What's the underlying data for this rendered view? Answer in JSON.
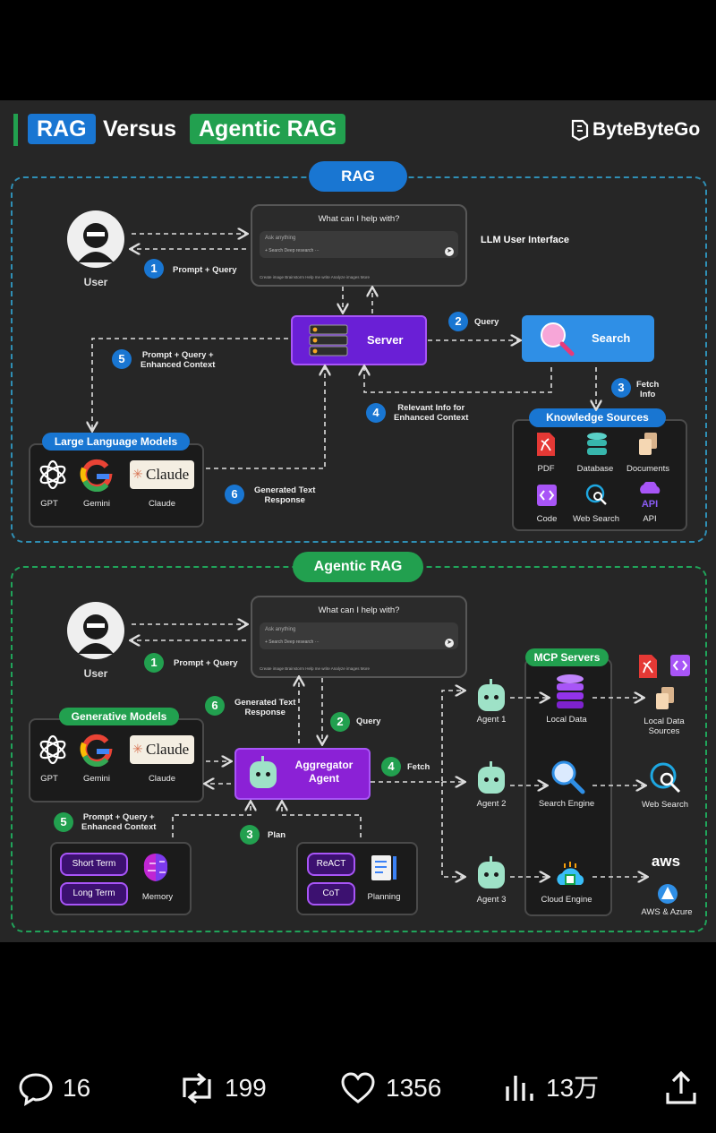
{
  "header": {
    "rag": "RAG",
    "versus": "Versus",
    "agentic": "Agentic RAG",
    "brand": "ByteByteGo"
  },
  "rag": {
    "section_label": "RAG",
    "user": "User",
    "chat": {
      "title": "What can I help with?",
      "placeholder": "Ask anything",
      "tools": "Create image    Brainstorm    Help me write    Analyze images    More",
      "mini": "+    Search    Deep research    ···"
    },
    "llm_ui": "LLM User Interface",
    "server": "Server",
    "search": "Search",
    "steps": [
      {
        "n": "1",
        "text": "Prompt + Query"
      },
      {
        "n": "2",
        "text": "Query"
      },
      {
        "n": "3",
        "text": "Fetch\nInfo"
      },
      {
        "n": "4",
        "text": "Relevant Info for\nEnhanced Context"
      },
      {
        "n": "5",
        "text": "Prompt + Query +\nEnhanced Context"
      },
      {
        "n": "6",
        "text": "Generated Text\nResponse"
      }
    ],
    "llm": {
      "title": "Large Language Models",
      "items": [
        "GPT",
        "Gemini",
        "Claude"
      ],
      "claude_logo": "Claude"
    },
    "knowledge": {
      "title": "Knowledge Sources",
      "items": [
        "PDF",
        "Database",
        "Documents",
        "Code",
        "Web Search",
        "API"
      ],
      "api_logo": "API"
    }
  },
  "agentic": {
    "section_label": "Agentic RAG",
    "user": "User",
    "chat": {
      "title": "What can I help with?",
      "placeholder": "Ask anything",
      "tools": "Create image    Brainstorm    Help me write    Analyze images    More",
      "mini": "+    Search    Deep research    ···"
    },
    "steps": [
      {
        "n": "1",
        "text": "Prompt + Query"
      },
      {
        "n": "2",
        "text": "Query"
      },
      {
        "n": "3",
        "text": "Plan"
      },
      {
        "n": "4",
        "text": "Fetch"
      },
      {
        "n": "5",
        "text": "Prompt + Query +\nEnhanced Context"
      },
      {
        "n": "6",
        "text": "Generated Text\nResponse"
      }
    ],
    "gen": {
      "title": "Generative Models",
      "items": [
        "GPT",
        "Gemini",
        "Claude"
      ],
      "claude_logo": "Claude"
    },
    "aggregator": "Aggregator\nAgent",
    "memory": {
      "short": "Short Term",
      "long": "Long Term",
      "label": "Memory"
    },
    "planning": {
      "react": "ReACT",
      "cot": "CoT",
      "label": "Planning"
    },
    "agents": [
      "Agent 1",
      "Agent 2",
      "Agent 3"
    ],
    "mcp": {
      "title": "MCP Servers",
      "items": [
        "Local Data",
        "Search Engine",
        "Cloud Engine"
      ]
    },
    "targets": [
      "Local Data\nSources",
      "Web Search",
      "AWS & Azure"
    ],
    "aws_logo": "aws"
  },
  "social": {
    "comments": "16",
    "reposts": "199",
    "likes": "1356",
    "views": "13万"
  },
  "colors": {
    "blue": "#1976d2",
    "green": "#22a04f",
    "purple": "#6a1fd6",
    "bg": "#262626"
  }
}
